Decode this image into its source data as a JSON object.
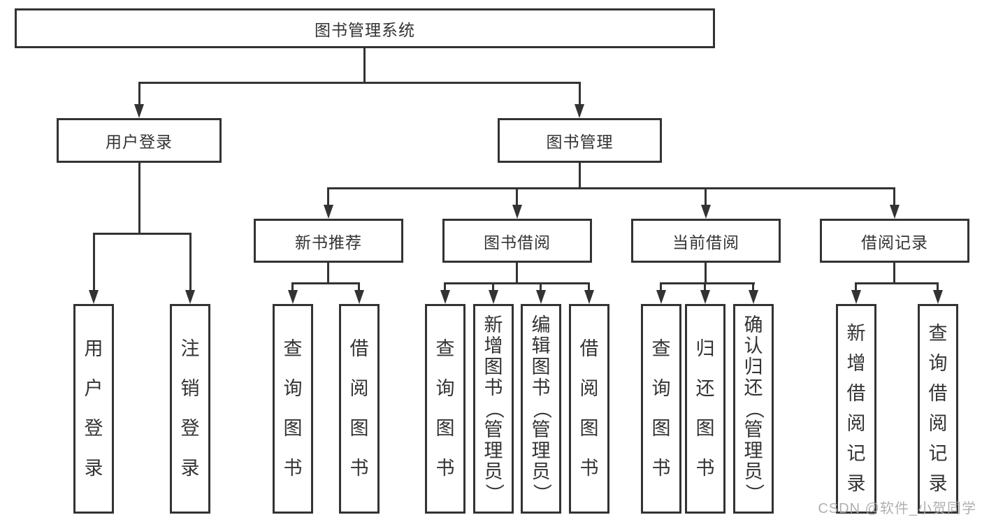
{
  "nodes": {
    "root": "图书管理系统",
    "user_login": {
      "label": "用户登录",
      "children": [
        "用户登录",
        "注销登录"
      ]
    },
    "book_mgmt": {
      "label": "图书管理"
    },
    "new_books": {
      "label": "新书推荐",
      "children": [
        "查询图书",
        "借阅图书"
      ]
    },
    "book_borrow": {
      "label": "图书借阅",
      "children": [
        "查询图书",
        "新增图书（管理员）",
        "编辑图书（管理员）",
        "借阅图书"
      ]
    },
    "current_borrow": {
      "label": "当前借阅",
      "children": [
        "查询图书",
        "归还图书",
        "确认归还（管理员）"
      ]
    },
    "borrow_records": {
      "label": "借阅记录",
      "children": [
        "新增借阅记录",
        "查询借阅记录"
      ]
    }
  },
  "watermark": "CSDN @软件_小贺同学",
  "colors": {
    "line": "#333333",
    "text": "#333333",
    "background": "#ffffff",
    "watermark": "#aaaaaa"
  }
}
